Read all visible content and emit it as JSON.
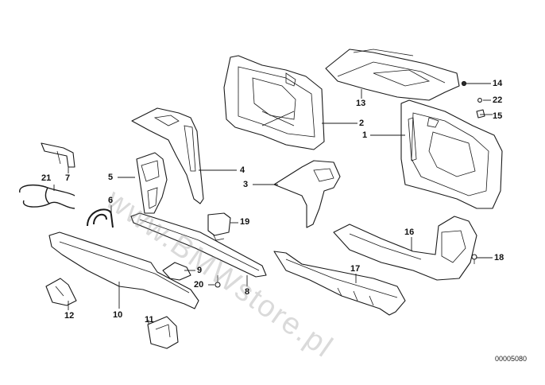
{
  "diagram": {
    "callouts": [
      {
        "id": "1",
        "label": "1"
      },
      {
        "id": "2",
        "label": "2"
      },
      {
        "id": "3",
        "label": "3"
      },
      {
        "id": "4",
        "label": "4"
      },
      {
        "id": "5",
        "label": "5"
      },
      {
        "id": "6",
        "label": "6"
      },
      {
        "id": "7",
        "label": "7"
      },
      {
        "id": "8",
        "label": "8"
      },
      {
        "id": "9",
        "label": "9"
      },
      {
        "id": "10",
        "label": "10"
      },
      {
        "id": "11",
        "label": "11"
      },
      {
        "id": "12",
        "label": "12"
      },
      {
        "id": "13",
        "label": "13"
      },
      {
        "id": "14",
        "label": "14"
      },
      {
        "id": "15",
        "label": "15"
      },
      {
        "id": "16",
        "label": "16"
      },
      {
        "id": "17",
        "label": "17"
      },
      {
        "id": "18",
        "label": "18"
      },
      {
        "id": "19",
        "label": "19"
      },
      {
        "id": "20",
        "label": "20"
      },
      {
        "id": "21",
        "label": "21"
      },
      {
        "id": "22",
        "label": "22"
      }
    ],
    "reference_number": "00005080",
    "watermark": "www.BMWstore.pl"
  }
}
